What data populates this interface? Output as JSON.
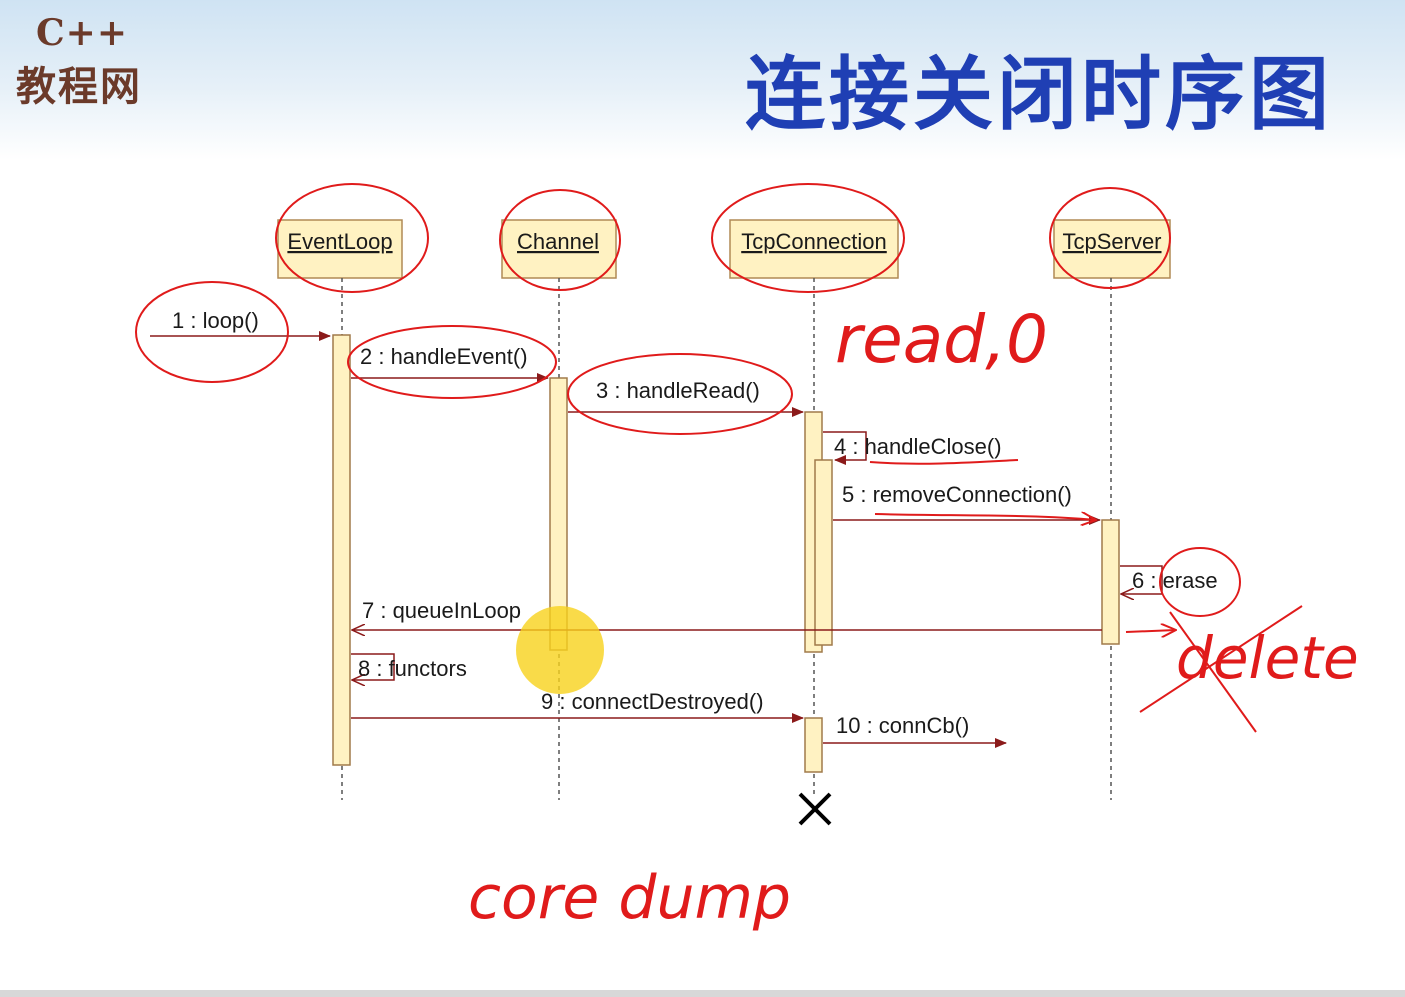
{
  "logo": {
    "line1": "C++",
    "line2": "教程网"
  },
  "title": "连接关闭时序图",
  "lifelines": [
    {
      "name": "EventLoop"
    },
    {
      "name": "Channel"
    },
    {
      "name": "TcpConnection"
    },
    {
      "name": "TcpServer"
    }
  ],
  "messages": [
    {
      "label": "1 : loop()"
    },
    {
      "label": "2 : handleEvent()"
    },
    {
      "label": "3 : handleRead()"
    },
    {
      "label": "4 : handleClose()"
    },
    {
      "label": "5 : removeConnection()"
    },
    {
      "label": "6 : erase"
    },
    {
      "label": "7 : queueInLoop"
    },
    {
      "label": "8 : functors"
    },
    {
      "label": "9 : connectDestroyed()"
    },
    {
      "label": "10 : connCb()"
    }
  ],
  "annotations": {
    "read": "read,0",
    "delete": "delete",
    "core_dump": "core dump"
  },
  "colors": {
    "title": "#1f3fb4",
    "logo": "#6b3a2a",
    "ink": "#e01b1b",
    "arrow": "#8b1a1a",
    "activation": "#fff2c2"
  }
}
